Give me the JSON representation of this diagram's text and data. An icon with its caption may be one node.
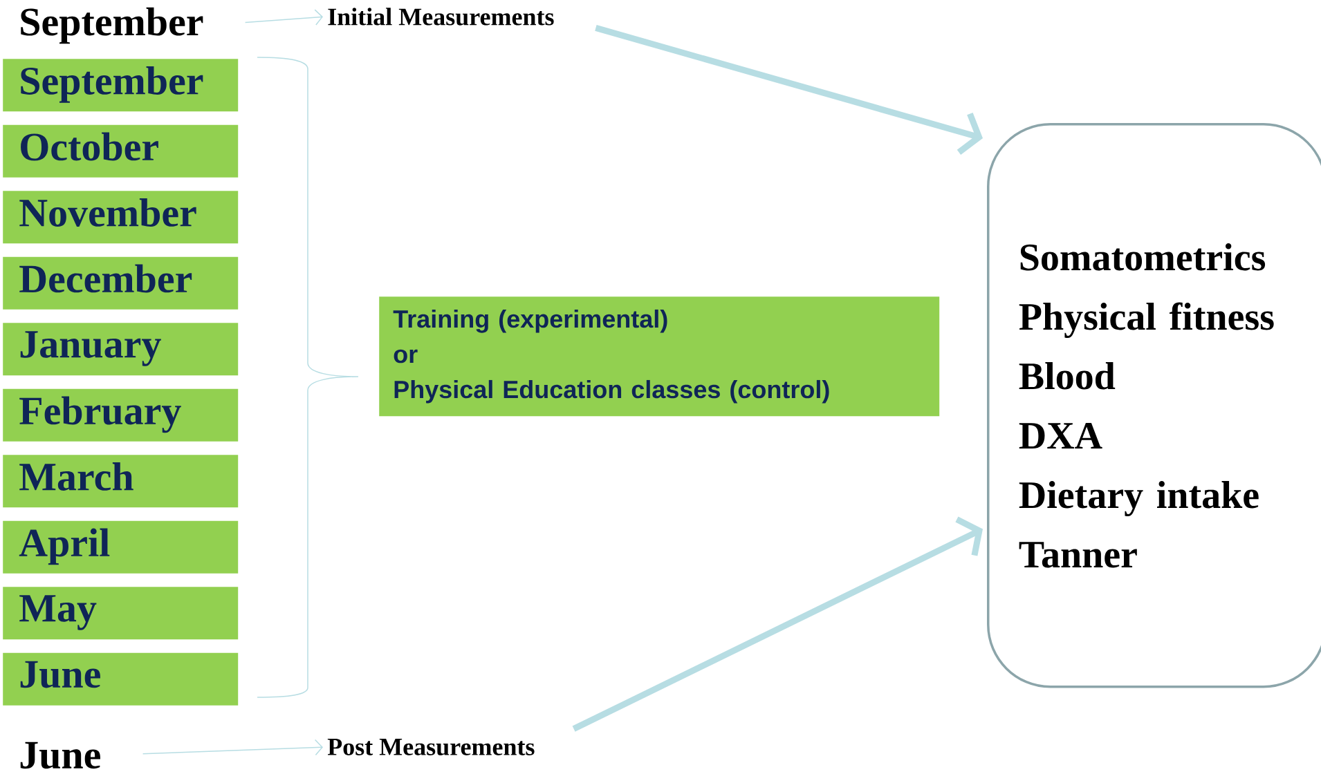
{
  "diagram": {
    "nodes": [
      {
        "text": [
          "September"
        ]
      },
      {
        "text": [
          "Initial Measurements"
        ]
      },
      {
        "text": [
          "September"
        ]
      },
      {
        "text": [
          "October"
        ]
      },
      {
        "text": [
          "November"
        ]
      },
      {
        "text": [
          "December"
        ]
      },
      {
        "text": [
          "January"
        ]
      },
      {
        "text": [
          "February"
        ]
      },
      {
        "text": [
          "March"
        ]
      },
      {
        "text": [
          "April"
        ]
      },
      {
        "text": [
          "May"
        ]
      },
      {
        "text": [
          "June"
        ]
      },
      {
        "text": [
          "Training (experimental)",
          "or",
          "Physical Education classes (control)"
        ]
      },
      {
        "text": [
          "Somatometrics",
          "Physical fitness",
          "Blood",
          "DXA",
          "Dietary intake",
          "Tanner"
        ]
      },
      {
        "text": [
          "June"
        ]
      },
      {
        "text": [
          "Post Measurements"
        ]
      }
    ],
    "edges": [
      {
        "from": 0,
        "to": 1,
        "arrow": "to"
      },
      {
        "from": 1,
        "to": 13,
        "arrow": "to",
        "style": "thick"
      },
      {
        "from": 14,
        "to": 15,
        "arrow": "to"
      },
      {
        "from": 15,
        "to": 13,
        "arrow": "to",
        "style": "thick"
      }
    ]
  }
}
